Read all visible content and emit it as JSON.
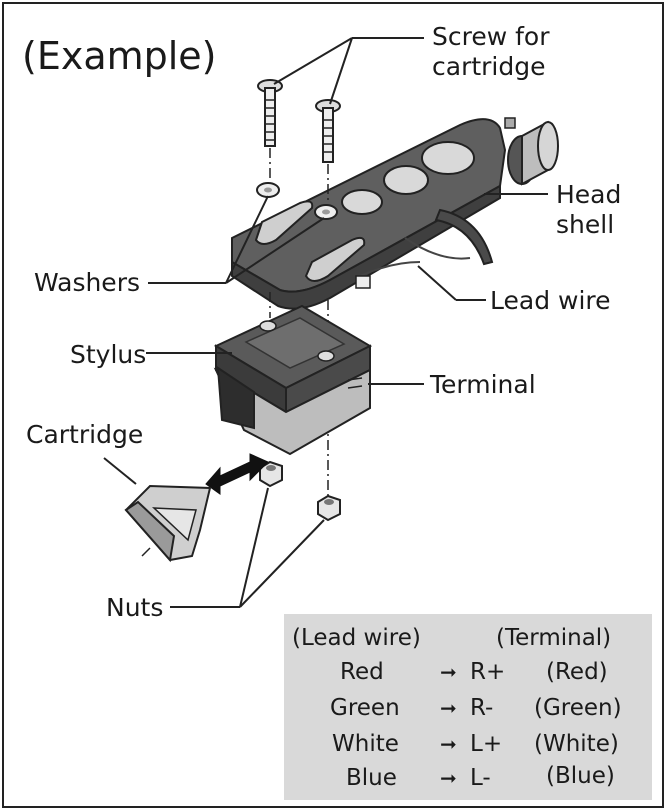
{
  "title": "(Example)",
  "labels": {
    "screw": [
      "Screw for",
      "cartridge"
    ],
    "head_shell": [
      "Head",
      "shell"
    ],
    "washers": "Washers",
    "lead_wire": "Lead wire",
    "stylus": "Stylus",
    "terminal": "Terminal",
    "cartridge": "Cartridge",
    "nuts": "Nuts"
  },
  "table": {
    "header_left": "(Lead wire)",
    "header_right": "(Terminal)",
    "arrow_glyph": "➞",
    "rows": [
      {
        "wire": "Red",
        "terminal": "R+",
        "color": "(Red)"
      },
      {
        "wire": "Green",
        "terminal": "R-",
        "color": "(Green)"
      },
      {
        "wire": "White",
        "terminal": "L+",
        "color": "(White)"
      },
      {
        "wire": "Blue",
        "terminal": "L-",
        "color": "(Blue)"
      }
    ]
  }
}
